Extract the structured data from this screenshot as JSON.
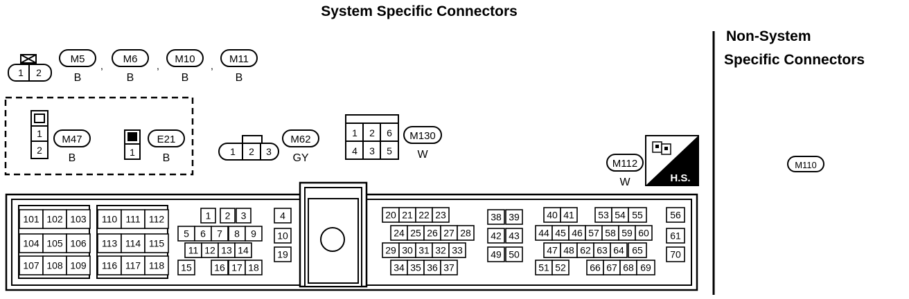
{
  "titles": {
    "system": "System Specific Connectors",
    "non_system_line1": "Non-System",
    "non_system_line2": "Specific Connectors"
  },
  "row1": {
    "connectors": [
      {
        "id": "M5",
        "color": "B"
      },
      {
        "id": "M6",
        "color": "B"
      },
      {
        "id": "M10",
        "color": "B"
      },
      {
        "id": "M11",
        "color": "B"
      }
    ],
    "small_pins": [
      "1",
      "2"
    ],
    "separator": ","
  },
  "m47": {
    "id": "M47",
    "color": "B",
    "pins": [
      "1",
      "2"
    ]
  },
  "e21": {
    "id": "E21",
    "color": "B",
    "pins": [
      "1"
    ]
  },
  "m62": {
    "id": "M62",
    "color": "GY",
    "pins": [
      "1",
      "2",
      "3"
    ]
  },
  "m130": {
    "id": "M130",
    "color": "W",
    "pins": [
      "1",
      "2",
      "6",
      "4",
      "3",
      "5"
    ]
  },
  "m112": {
    "id": "M112",
    "color": "W",
    "badge": "H.S."
  },
  "m110": {
    "id": "M110"
  },
  "ecm": {
    "pins": [
      "101",
      "102",
      "103",
      "104",
      "105",
      "106",
      "107",
      "108",
      "109",
      "110",
      "111",
      "112",
      "113",
      "114",
      "115",
      "116",
      "117",
      "118",
      "1",
      "2",
      "3",
      "5",
      "6",
      "7",
      "8",
      "9",
      "11",
      "12",
      "13",
      "14",
      "15",
      "16",
      "17",
      "18",
      "4",
      "10",
      "19",
      "20",
      "21",
      "22",
      "23",
      "24",
      "25",
      "26",
      "27",
      "28",
      "29",
      "30",
      "31",
      "32",
      "33",
      "34",
      "35",
      "36",
      "37",
      "38",
      "39",
      "42",
      "43",
      "49",
      "50",
      "40",
      "41",
      "53",
      "54",
      "55",
      "44",
      "45",
      "46",
      "57",
      "58",
      "59",
      "60",
      "47",
      "48",
      "62",
      "63",
      "64",
      "65",
      "51",
      "52",
      "66",
      "67",
      "68",
      "69",
      "56",
      "61",
      "70"
    ]
  }
}
